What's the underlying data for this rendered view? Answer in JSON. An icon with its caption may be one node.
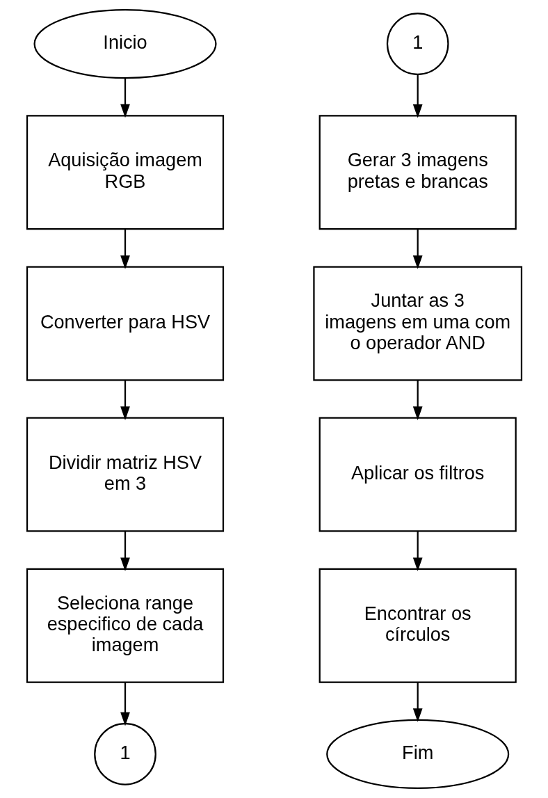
{
  "diagram": {
    "nodes": [
      {
        "text": [
          "Inicio"
        ]
      },
      {
        "text": [
          "Aquisição imagem RGB"
        ]
      },
      {
        "text": [
          "Converter para HSV"
        ]
      },
      {
        "text": [
          "Dividir matriz HSV em 3"
        ]
      },
      {
        "text": [
          "Seleciona range especifico de cada imagem"
        ]
      },
      {
        "text": [
          "1"
        ]
      },
      {
        "text": [
          "1"
        ]
      },
      {
        "text": [
          "Gerar 3 imagens pretas e brancas"
        ]
      },
      {
        "text": [
          "Juntar as 3 imagens em uma com o operador AND"
        ]
      },
      {
        "text": [
          "Aplicar os filtros"
        ]
      },
      {
        "text": [
          "Encontrar os círculos"
        ]
      },
      {
        "text": [
          "Fim"
        ]
      }
    ],
    "edges": [
      {
        "from": 0,
        "to": 1,
        "arrow": "to"
      },
      {
        "from": 1,
        "to": 2,
        "arrow": "to"
      },
      {
        "from": 2,
        "to": 3,
        "arrow": "to"
      },
      {
        "from": 3,
        "to": 4,
        "arrow": "to"
      },
      {
        "from": 4,
        "to": 5,
        "arrow": "to"
      },
      {
        "from": 6,
        "to": 7,
        "arrow": "to"
      },
      {
        "from": 7,
        "to": 8,
        "arrow": "to"
      },
      {
        "from": 8,
        "to": 9,
        "arrow": "to"
      },
      {
        "from": 9,
        "to": 10,
        "arrow": "to"
      },
      {
        "from": 10,
        "to": 11,
        "arrow": "to"
      }
    ]
  }
}
